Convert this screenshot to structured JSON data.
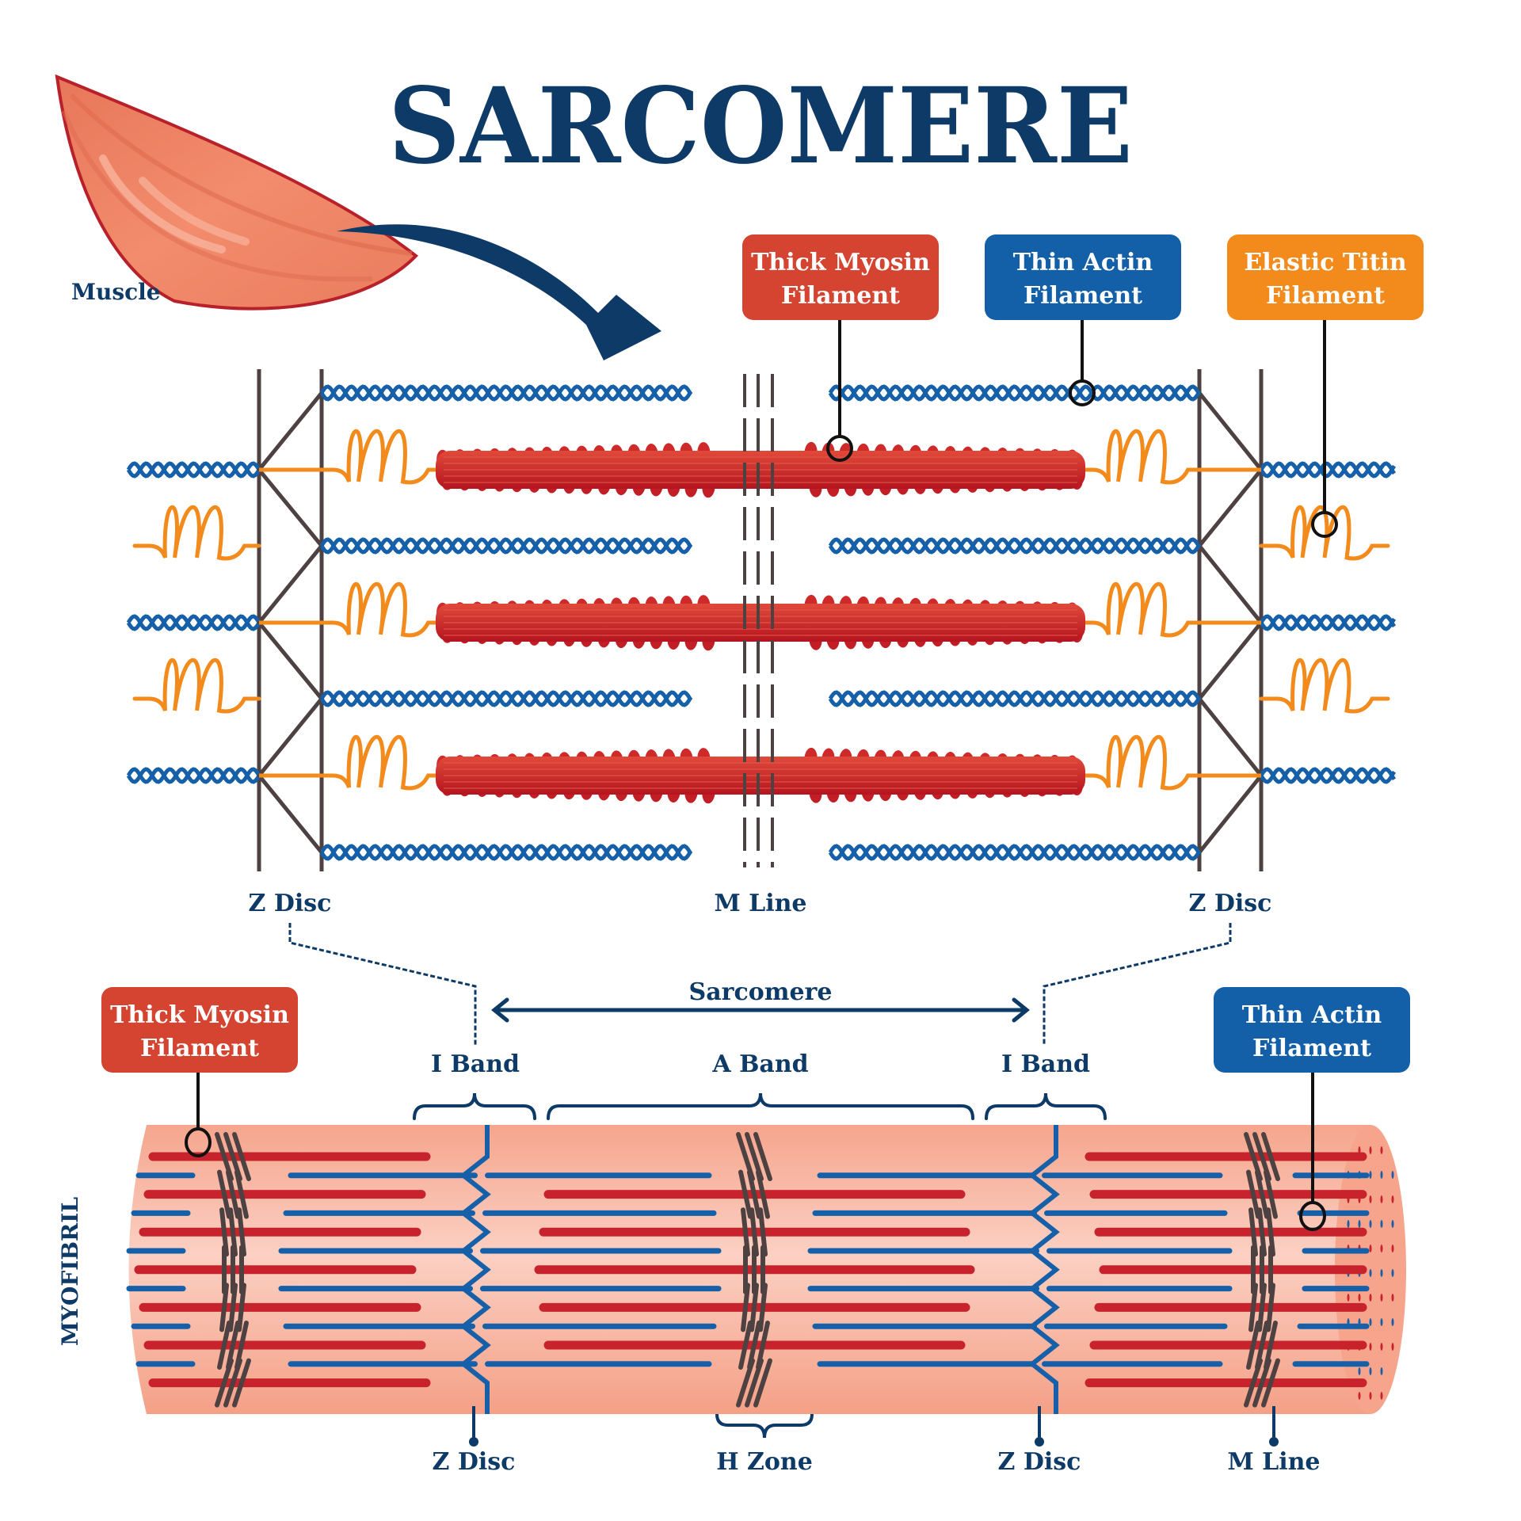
{
  "title": "SARCOMERE",
  "muscle_label": "Muscle",
  "colors": {
    "navy": "#0d3a66",
    "myosin": "#c8232c",
    "myosin_box": "#d44430",
    "actin": "#1560a8",
    "actin_box": "#1460a8",
    "titin": "#f28a1c",
    "titin_box": "#f28a1c",
    "zdisc": "#4d4141",
    "muscle_fill": "#ee8466",
    "muscle_stroke": "#b8202a",
    "myofibril_fill": "#f6ab94",
    "myofibril_light": "#fbd1c4"
  },
  "top_callouts": [
    {
      "id": "thick-myosin",
      "line1": "Thick Myosin",
      "line2": "Filament",
      "color_key": "myosin_box"
    },
    {
      "id": "thin-actin",
      "line1": "Thin Actin",
      "line2": "Filament",
      "color_key": "actin_box"
    },
    {
      "id": "elastic-titin",
      "line1": "Elastic Titin",
      "line2": "Filament",
      "color_key": "titin_box"
    }
  ],
  "top_labels": {
    "z_disc_left": "Z Disc",
    "m_line": "M Line",
    "z_disc_right": "Z Disc"
  },
  "sarcomere_span_label": "Sarcomere",
  "band_labels": {
    "i_band_left": "I Band",
    "a_band": "A Band",
    "i_band_right": "I Band"
  },
  "bottom_callouts": [
    {
      "id": "thick-myosin-bottom",
      "line1": "Thick Myosin",
      "line2": "Filament",
      "color_key": "myosin_box"
    },
    {
      "id": "thin-actin-bottom",
      "line1": "Thin Actin",
      "line2": "Filament",
      "color_key": "actin_box"
    }
  ],
  "myofibril_label": "MYOFIBRIL",
  "bottom_labels": {
    "z_disc_left": "Z Disc",
    "h_zone": "H Zone",
    "z_disc_right": "Z Disc",
    "m_line": "M Line"
  }
}
